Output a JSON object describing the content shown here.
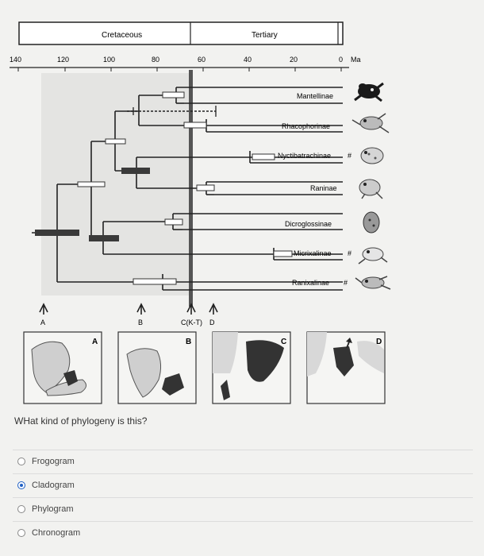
{
  "figure": {
    "periods": [
      "Cretaceous",
      "Tertiary"
    ],
    "ticks": [
      "140",
      "120",
      "100",
      "80",
      "60",
      "40",
      "20",
      "0"
    ],
    "unit": "Ma",
    "taxa": [
      {
        "name": "Mantellinae",
        "mark": ""
      },
      {
        "name": "Rhacophorinae",
        "mark": ""
      },
      {
        "name": "Nyctibatrachinae",
        "mark": "#"
      },
      {
        "name": "Raninae",
        "mark": ""
      },
      {
        "name": "Dicroglossinae",
        "mark": ""
      },
      {
        "name": "Micrixalinae",
        "mark": "#"
      },
      {
        "name": "Ranixalinae",
        "mark": "#"
      }
    ],
    "events": [
      "A",
      "B",
      "C(K-T)",
      "D"
    ],
    "maps": [
      "A",
      "B",
      "C",
      "D"
    ]
  },
  "quiz": {
    "question": "WHat kind of phylogeny is this?",
    "options": [
      "Frogogram",
      "Cladogram",
      "Phylogram",
      "Chronogram"
    ],
    "selected": "Cladogram"
  },
  "colors": {
    "selected_radio": "#1f5fc4",
    "bar_dark": "#3a3a3a",
    "boundary": "#555555"
  }
}
